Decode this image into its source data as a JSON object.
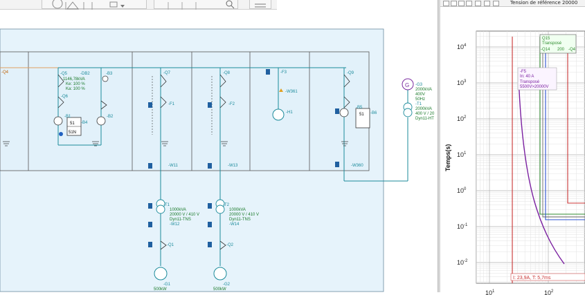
{
  "diagram": {
    "busbar": {
      "sections": [
        {
          "id": "-Q4"
        },
        {
          "id": "-Q5",
          "breaker": "-DB2",
          "power": "1146,78kVA",
          "ke": "Ke: 100 %",
          "ka": "Ka: 100 %",
          "q6": "-Q6",
          "b1": "-B1",
          "b4": "-B4",
          "relay1": "51",
          "relay2": "51N",
          "b3": "-B3",
          "b2": "-B2"
        },
        {
          "id": "-Q7",
          "fuse": "-F1",
          "cable": "-W11"
        },
        {
          "id": "-Q8",
          "fuse": "-F2",
          "cable": "-W13"
        },
        {
          "id": "-F3",
          "cable": "-W361",
          "motor": "-H1"
        },
        {
          "id": "-Q9",
          "b5": "-B5",
          "b6": "-B6",
          "relay": "51",
          "cable": "-W360"
        }
      ]
    },
    "source": {
      "g3": "-G3",
      "g3_power": "2000kVA",
      "g3_voltage": "400V",
      "g3_freq": "50Hz",
      "t1": "-T1",
      "t1_power": "2000kVA",
      "t1_voltage": "400 V / 20",
      "t1_coupling": "Dyn11-HT"
    },
    "feeders": [
      {
        "t": "-T1",
        "power": "1000kVA",
        "voltage": "20000 V / 410 V",
        "coupling": "Dyn11-TNS",
        "w": "-W12",
        "q": "-Q1",
        "g": "-G1",
        "g_power": "500kW"
      },
      {
        "t": "-T2",
        "power": "1000kVA",
        "voltage": "20000 V / 410 V",
        "coupling": "Dyn11-TNS",
        "w": "-W14",
        "q": "-Q2",
        "g": "-G2",
        "g_power": "500kW"
      }
    ]
  },
  "right_panel": {
    "ref_label": "Tension de référence",
    "ref_value": "20000"
  },
  "chart_data": {
    "type": "line",
    "ylabel": "Temps(s)",
    "y_scale": "log",
    "ylim": [
      0.005,
      30000
    ],
    "yticks": [
      "10^4",
      "10^3",
      "10^2",
      "10^1",
      "10^0",
      "10^-1",
      "10^-2"
    ],
    "xticks": [
      "10^1",
      "10^2"
    ],
    "annotations": {
      "q15_box": [
        "Q15",
        "Transposé",
        "-Q14",
        "200",
        "-Q4"
      ],
      "f5_box": [
        "-F5",
        "In: 40 A",
        "Transposé",
        "5500V>20000V"
      ],
      "cursor": "I: 23,9A, T: 5,7ms"
    },
    "series": [
      {
        "color": "#7a1fa0"
      },
      {
        "color": "#2e8b2e"
      },
      {
        "color": "#2a4fd0"
      },
      {
        "color": "#c83232"
      }
    ]
  }
}
